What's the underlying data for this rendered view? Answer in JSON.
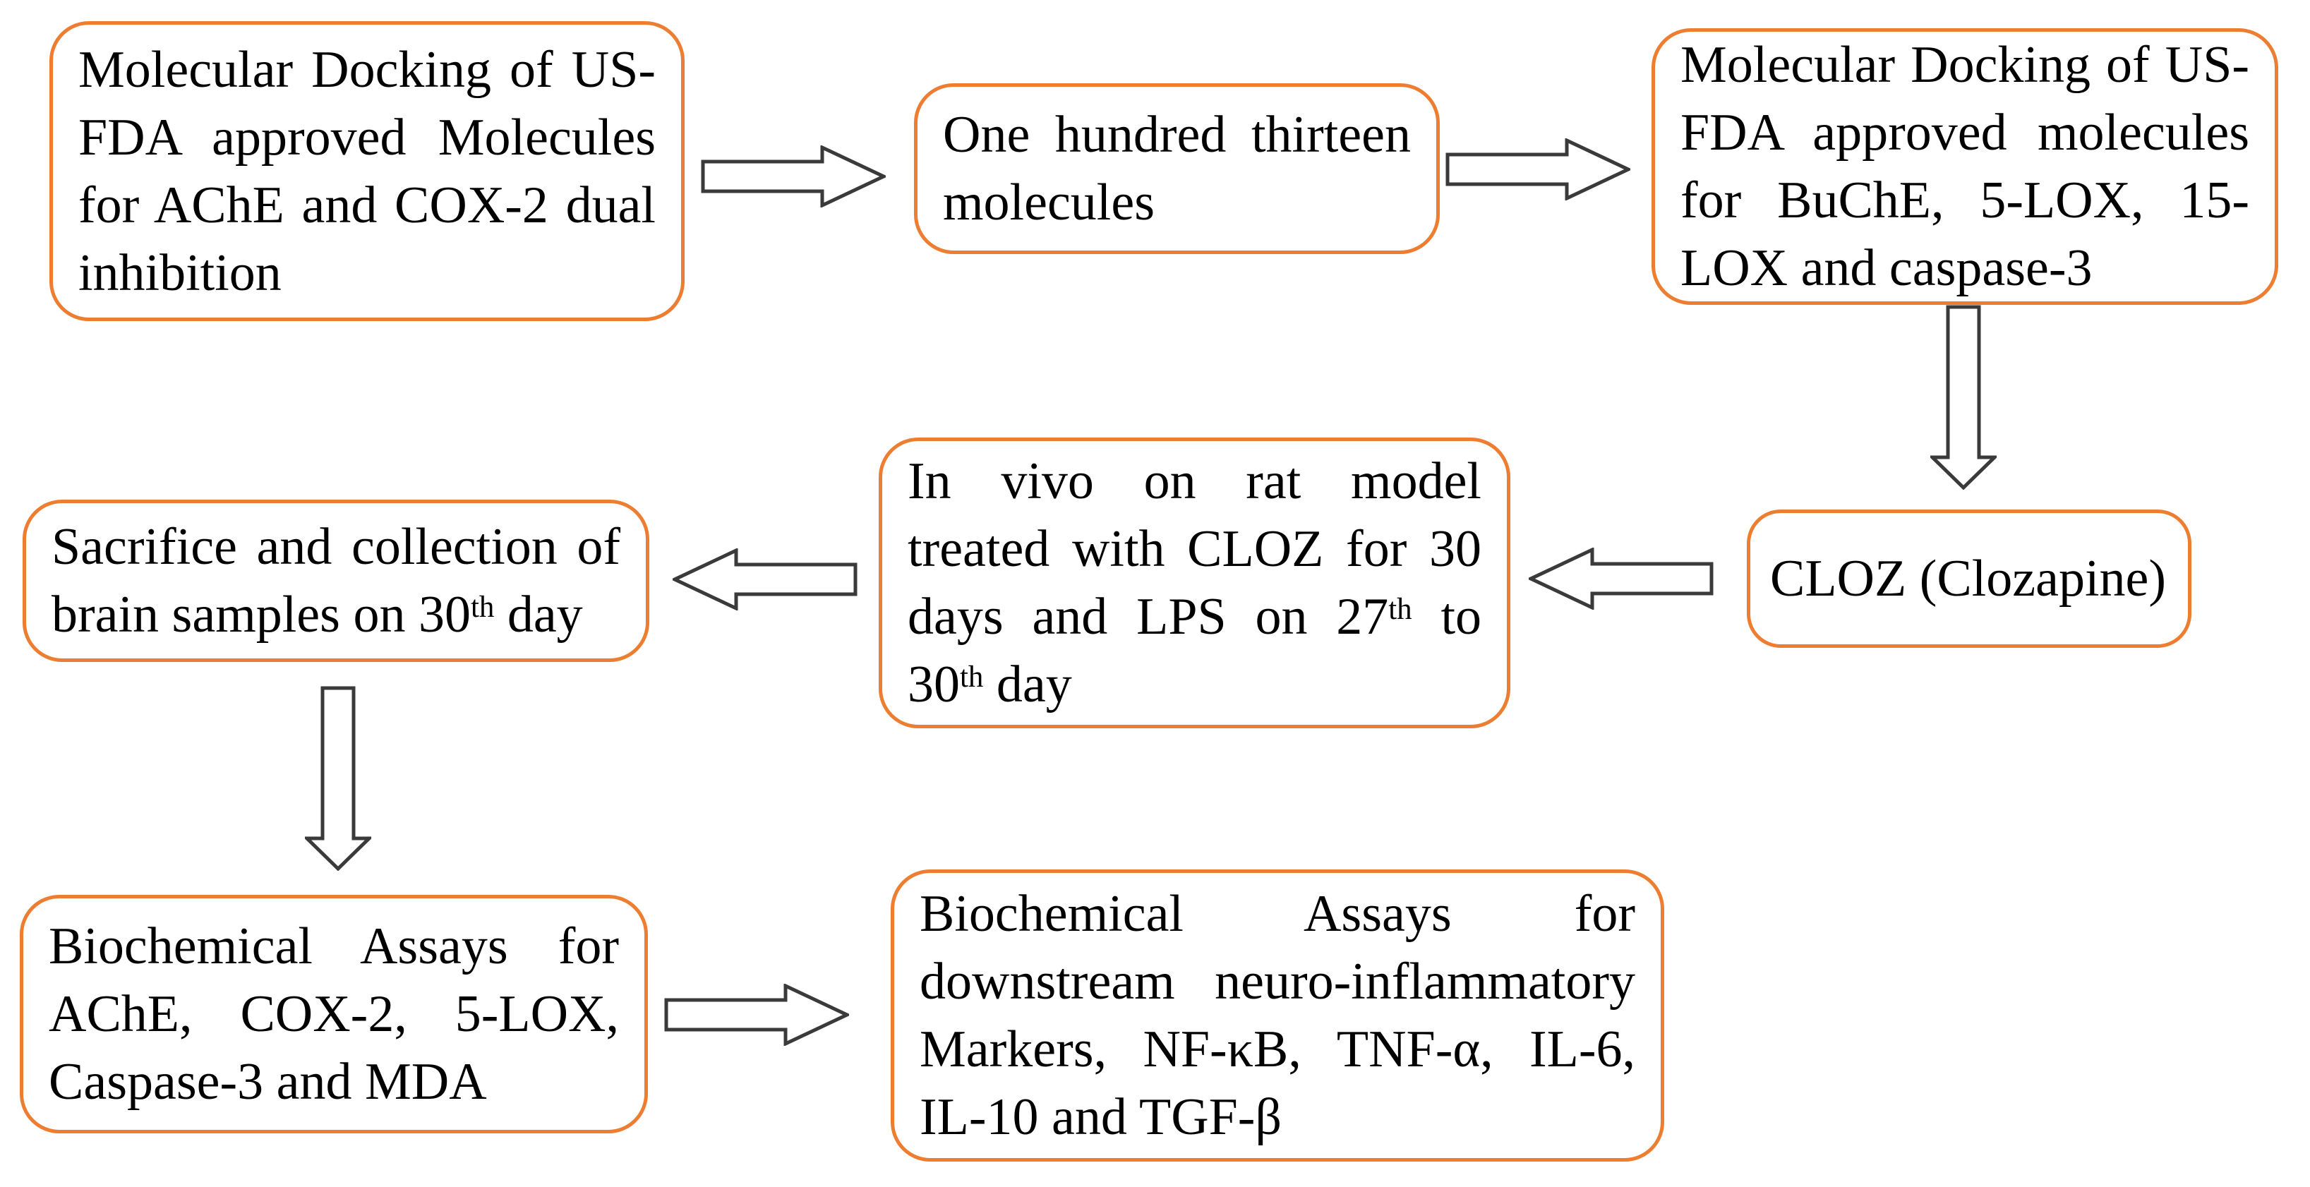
{
  "diagram": {
    "colors": {
      "box_border": "#ED7D31",
      "arrow_outline": "#3a3a3a",
      "text": "#000000",
      "background": "#ffffff"
    },
    "nodes": [
      {
        "id": "docking-ache-cox2",
        "lines": [
          {
            "text": "Molecular Docking of US-",
            "justify": true
          },
          {
            "text": "FDA approved Molecules",
            "justify": true
          },
          {
            "text": "for AChE and COX-2 dual",
            "justify": true
          },
          {
            "text": "inhibition",
            "justify": false
          }
        ]
      },
      {
        "id": "one-hundred-thirteen-molecules",
        "lines": [
          {
            "text": "One hundred thirteen",
            "justify": true
          },
          {
            "text": "molecules",
            "justify": false
          }
        ]
      },
      {
        "id": "docking-buche-5lox-15lox-caspase3",
        "lines": [
          {
            "text": "Molecular Docking of US-",
            "justify": true
          },
          {
            "text": "FDA approved molecules",
            "justify": true
          },
          {
            "text": "for BuChE, 5-LOX, 15-",
            "justify": true
          },
          {
            "text": "LOX and caspase-3",
            "justify": false
          }
        ]
      },
      {
        "id": "cloz-clozapine",
        "lines": [
          {
            "text": "CLOZ (Clozapine)",
            "justify": false
          }
        ]
      },
      {
        "id": "invivo-rat-model",
        "lines": [
          {
            "text": "In vivo on rat model",
            "justify": true
          },
          {
            "text": "treated with CLOZ for 30",
            "justify": true
          },
          {
            "text": "days and LPS on 27^{th} to",
            "justify": true
          },
          {
            "text": "30^{th} day",
            "justify": false
          }
        ]
      },
      {
        "id": "sacrifice-brain-samples",
        "lines": [
          {
            "text": "Sacrifice and collection of",
            "justify": true
          },
          {
            "text": "brain samples on 30^{th} day",
            "justify": false
          }
        ]
      },
      {
        "id": "assays-ache-cox2-5lox-caspase3-mda",
        "lines": [
          {
            "text": "Biochemical Assays for",
            "justify": true
          },
          {
            "text": "AChE, COX-2, 5-LOX,",
            "justify": true
          },
          {
            "text": "Caspase-3 and MDA",
            "justify": false
          }
        ]
      },
      {
        "id": "assays-downstream-markers",
        "lines": [
          {
            "text": "Biochemical Assays for",
            "justify": true
          },
          {
            "text": "downstream neuro-inflammatory",
            "justify": true
          },
          {
            "text": "Markers, NF-κB, TNF-α, IL-6,",
            "justify": true
          },
          {
            "text": "IL-10 and TGF-β",
            "justify": false
          }
        ]
      }
    ],
    "edges": [
      {
        "from": "docking-ache-cox2",
        "to": "one-hundred-thirteen-molecules",
        "direction": "right"
      },
      {
        "from": "one-hundred-thirteen-molecules",
        "to": "docking-buche-5lox-15lox-caspase3",
        "direction": "right"
      },
      {
        "from": "docking-buche-5lox-15lox-caspase3",
        "to": "cloz-clozapine",
        "direction": "down"
      },
      {
        "from": "cloz-clozapine",
        "to": "invivo-rat-model",
        "direction": "left"
      },
      {
        "from": "invivo-rat-model",
        "to": "sacrifice-brain-samples",
        "direction": "left"
      },
      {
        "from": "sacrifice-brain-samples",
        "to": "assays-ache-cox2-5lox-caspase3-mda",
        "direction": "down"
      },
      {
        "from": "assays-ache-cox2-5lox-caspase3-mda",
        "to": "assays-downstream-markers",
        "direction": "right"
      }
    ]
  }
}
